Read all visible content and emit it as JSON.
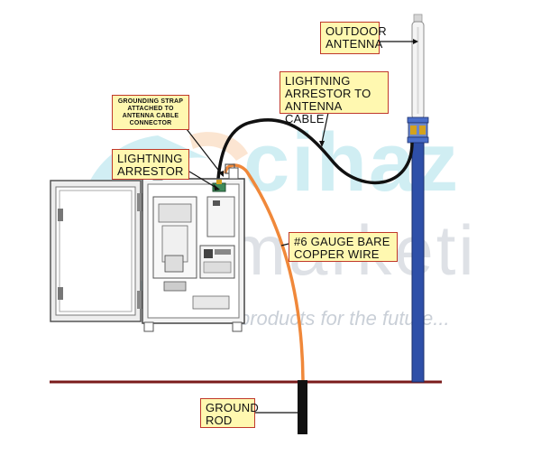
{
  "watermark": {
    "brand_top": "cihaz",
    "brand_bottom": "marketi",
    "tagline": "products for the future..."
  },
  "labels": {
    "outdoor_antenna": "OUTDOOR\nANTENNA",
    "lightning_arrestor_cable": "LIGHTNING\nARRESTOR TO\nANTENNA CABLE",
    "grounding_strap": "GROUNDING STRAP\nATTACHED TO\nANTENNA CABLE\nCONNECTOR",
    "lightning_arrestor": "LIGHTNING\nARRESTOR",
    "copper_wire": "#6 GAUGE BARE\nCOPPER WIRE",
    "ground_rod": "GROUND\nROD"
  },
  "colors": {
    "callout_fill": "#fff8b0",
    "callout_border": "#c0392b",
    "mast": "#2e4fa8",
    "copper_wire": "#f0883a",
    "cable": "#111111",
    "ground_line": "#7a1b1b",
    "watermark": "#58c3d6"
  }
}
